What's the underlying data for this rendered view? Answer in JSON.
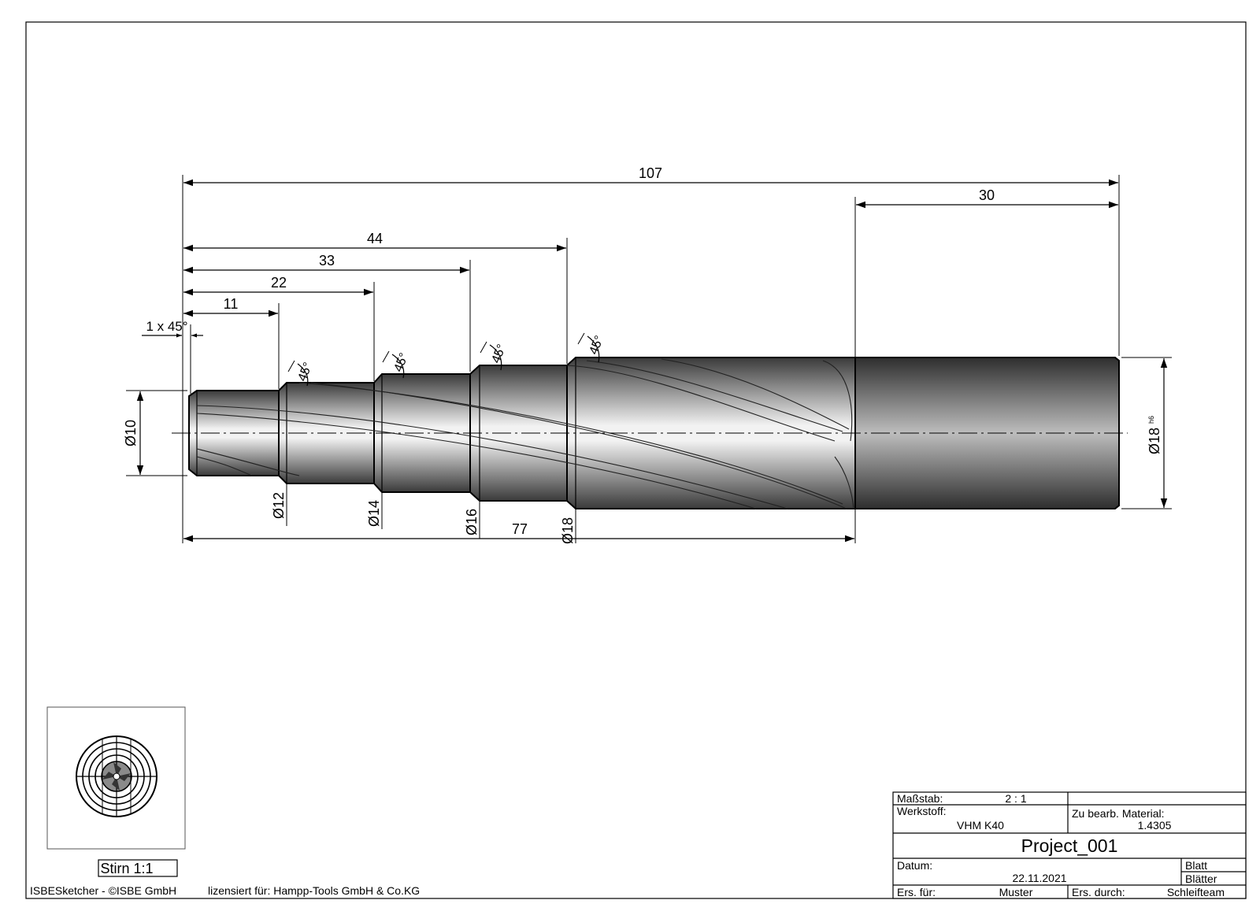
{
  "drawing": {
    "dims": {
      "overall": "107",
      "shank": "30",
      "step4": "44",
      "step3": "33",
      "step2": "22",
      "step1": "11",
      "chamfer": "1 x 45°",
      "bottom": "77"
    },
    "angles": [
      "45°",
      "45°",
      "45°",
      "45°"
    ],
    "diameters": {
      "d10": "Ø10",
      "d12": "Ø12",
      "d14": "Ø14",
      "d16": "Ø16",
      "d18_step": "Ø18",
      "d18_shank": "Ø18",
      "tolerance": "h6"
    }
  },
  "end_view": {
    "label": "Stirn 1:1"
  },
  "footer": {
    "software": "ISBESketcher - ©ISBE GmbH",
    "license": "lizensiert für: Hampp-Tools GmbH & Co.KG"
  },
  "title_block": {
    "scale_label": "Maßstab:",
    "scale_value": "2 : 1",
    "material_label": "Werkstoff:",
    "material_value": "VHM K40",
    "workpiece_label": "Zu bearb. Material:",
    "workpiece_value": "1.4305",
    "project": "Project_001",
    "date_label": "Datum:",
    "date_value": "22.11.2021",
    "sheet_label": "Blatt",
    "sheets_label": "Blätter",
    "for_label": "Ers. für:",
    "for_value": "Muster",
    "by_label": "Ers. durch:",
    "by_value": "Schleifteam"
  },
  "colors": {
    "line": "#000000",
    "metal_dark": "#3a3a3a",
    "metal_light": "#f4f4f4"
  }
}
